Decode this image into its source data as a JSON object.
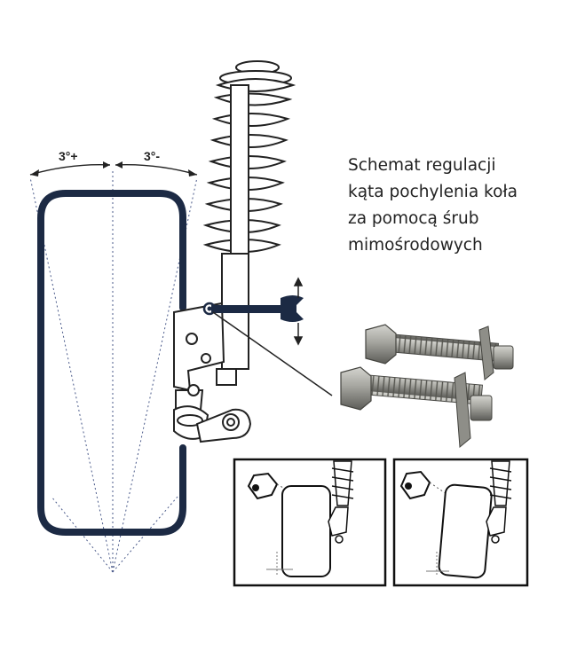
{
  "caption": {
    "line1": "Schemat regulacji",
    "line2": "kąta pochylenia koła",
    "line3": "za pomocą śrub",
    "line4": "mimośrodowych"
  },
  "angles": {
    "left": "3°+",
    "right": "3°-"
  },
  "colors": {
    "wheel_outline": "#1c2a44",
    "line": "#222222",
    "bolt_metal": "#9a9a94",
    "dotted_line": "#4a5a8a"
  }
}
